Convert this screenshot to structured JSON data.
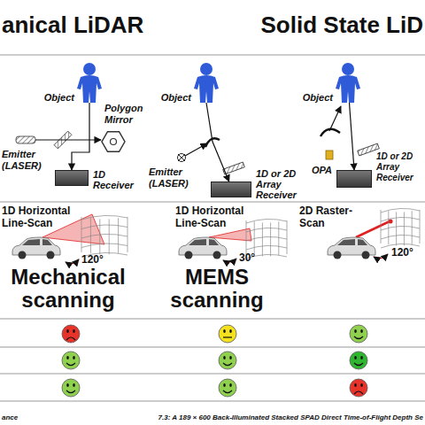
{
  "diagram": {
    "nodes": [
      {
        "text": [
          "Object"
        ]
      },
      {
        "text": [
          "1D Receiver"
        ]
      },
      {
        "text": [
          "Object"
        ]
      },
      {
        "text": [
          "1D or 2D Array Receiver"
        ]
      },
      {
        "text": [
          "Object"
        ]
      },
      {
        "text": [
          "1D or 2D Array Receiver"
        ]
      }
    ],
    "edges": [
      {
        "from": 0,
        "to": 1,
        "arrow": "to"
      },
      {
        "from": 2,
        "to": 3,
        "arrow": "to"
      },
      {
        "from": 4,
        "to": 5,
        "arrow": "to"
      }
    ],
    "labels": [
      "anical LiDAR",
      "Solid State LiD",
      "Polygon Mirror",
      "Emitter (LASER)",
      "Emitter (LASER)",
      "OPA",
      "1D Horizontal Line-Scan",
      "120°",
      "1D Horizontal Line-Scan",
      "30°",
      "2D Raster-Scan",
      "120°",
      "Mechanical scanning",
      "MEMS scanning",
      "ance",
      "7.3: A 189 × 600 Back-Illuminated Stacked SPAD Direct Time-of-Flight Depth Se"
    ]
  }
}
